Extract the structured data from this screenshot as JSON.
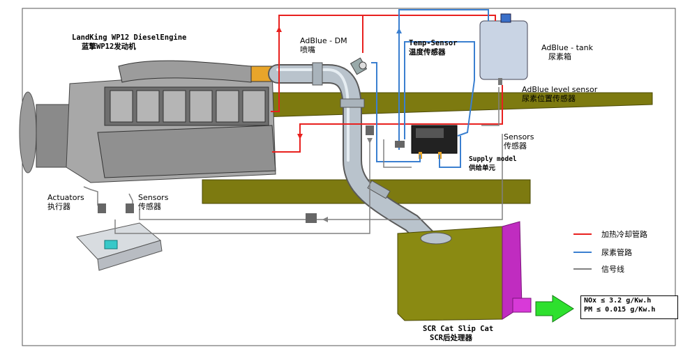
{
  "engine": {
    "name_en": "LandKing WP12 DieselEngine",
    "name_cn": "蓝擎WP12发动机"
  },
  "dosing": {
    "en": "AdBlue - DM",
    "cn": "喷嘴"
  },
  "temp_sensor": {
    "en": "Temp-Sensor",
    "cn": "温度传感器"
  },
  "tank": {
    "en": "AdBlue - tank",
    "cn": "尿素箱"
  },
  "level_sensor": {
    "en": "AdBlue level sensor",
    "cn": "尿素位置传感器"
  },
  "sensors_right": {
    "en": "Sensors",
    "cn": "传感器"
  },
  "supply": {
    "en": "Supply model",
    "cn": "供给单元"
  },
  "actuators": {
    "en": "Actuators",
    "cn": "执行器"
  },
  "sensors_left": {
    "en": "Sensors",
    "cn": "传感器"
  },
  "catalyst": {
    "en": "SCR Cat Slip Cat",
    "cn": "SCR后处理器"
  },
  "legend": [
    {
      "label": "加热冷却管路",
      "color": "#e8201e"
    },
    {
      "label": "尿素管路",
      "color": "#3a7fd0"
    },
    {
      "label": "信号线",
      "color": "#808080"
    }
  ],
  "emissions": {
    "line1": "NOx ≤ 3.2  g/Kw.h",
    "line2": "PM  ≤ 0.015 g/Kw.h"
  },
  "colors": {
    "heating": "#e8201e",
    "urea": "#3a7fd0",
    "signal": "#808080",
    "rail": "#7d7a10",
    "catalyst": "#8a8a12",
    "outlet": "#c02cc0",
    "arrow": "#2ee02e"
  }
}
